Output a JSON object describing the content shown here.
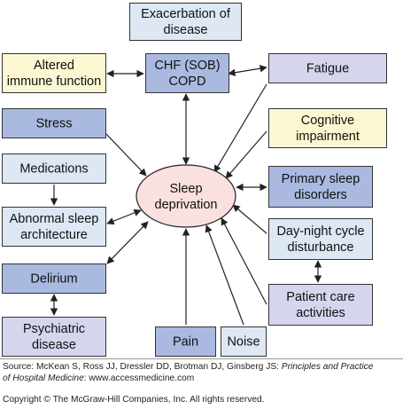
{
  "diagram": {
    "center": "Sleep deprivation",
    "nodes": [
      {
        "id": "exacerbation",
        "lines": [
          "Exacerbation of",
          "disease"
        ],
        "color": "#dde8f4"
      },
      {
        "id": "altered-immune",
        "lines": [
          "Altered",
          "immune function"
        ],
        "color": "#fbf7d3"
      },
      {
        "id": "chf-copd",
        "lines": [
          "CHF (SOB)",
          "COPD"
        ],
        "color": "#a9b9e0"
      },
      {
        "id": "fatigue",
        "lines": [
          "Fatigue"
        ],
        "color": "#d6d5ee"
      },
      {
        "id": "stress",
        "lines": [
          "Stress"
        ],
        "color": "#a9b9e0"
      },
      {
        "id": "cognitive",
        "lines": [
          "Cognitive",
          "impairment"
        ],
        "color": "#fbf7d3"
      },
      {
        "id": "medications",
        "lines": [
          "Medications"
        ],
        "color": "#dde8f4"
      },
      {
        "id": "primary-sleep",
        "lines": [
          "Primary sleep",
          "disorders"
        ],
        "color": "#a9b9e0"
      },
      {
        "id": "abnormal-sleep",
        "lines": [
          "Abnormal sleep",
          "architecture"
        ],
        "color": "#dde8f4"
      },
      {
        "id": "day-night",
        "lines": [
          "Day-night cycle",
          "disturbance"
        ],
        "color": "#dde8f4"
      },
      {
        "id": "delirium",
        "lines": [
          "Delirium"
        ],
        "color": "#a9b9e0"
      },
      {
        "id": "patient-care",
        "lines": [
          "Patient care",
          "activities"
        ],
        "color": "#d6d5ee"
      },
      {
        "id": "psychiatric",
        "lines": [
          "Psychiatric",
          "disease"
        ],
        "color": "#d6d5ee"
      },
      {
        "id": "pain",
        "lines": [
          "Pain"
        ],
        "color": "#a9b9e0"
      },
      {
        "id": "noise",
        "lines": [
          "Noise"
        ],
        "color": "#dde8f4"
      }
    ],
    "center_color": "#fbe0e0"
  },
  "source": {
    "prefix": "Source: McKean S, Ross JJ, Dressler DD, Brotman DJ, Ginsberg JS: ",
    "title_italic_1": "Principles and Practice",
    "title_italic_2": "of Hospital Medicine",
    "suffix": ": www.accessmedicine.com"
  },
  "copyright": "Copyright © The McGraw-Hill Companies, Inc. All rights reserved."
}
